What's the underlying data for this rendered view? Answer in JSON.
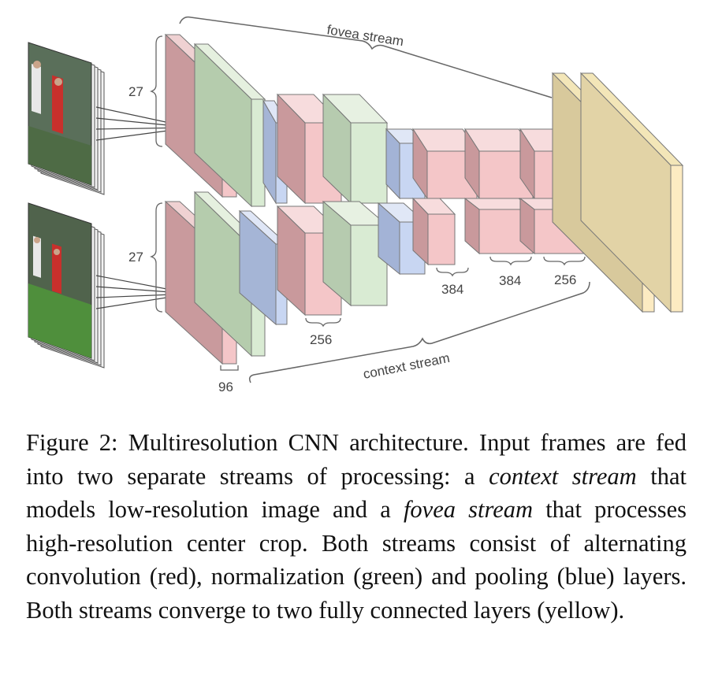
{
  "figure": {
    "labels": {
      "fovea_stream": "fovea stream",
      "context_stream": "context stream",
      "size_27_top": "27",
      "size_27_bottom": "27",
      "depth_96": "96",
      "depth_256": "256",
      "depth_384_a": "384",
      "depth_384_b": "384",
      "depth_256_b": "256"
    },
    "colors": {
      "convolution": "#f4c6c8",
      "normalization": "#d9ebd3",
      "pooling": "#c8d6f2",
      "fully_connected": "#fcebc2",
      "input_frames_fovea": "#3a5a3a",
      "input_frames_context": "#3f7a3a"
    }
  },
  "caption": {
    "prefix": "Figure 2: Multiresolution CNN architecture. Input frames are fed into two separate streams of processing: a ",
    "em1": "context stream",
    "mid1": " that models low-resolution image and a ",
    "em2": "fovea stream",
    "rest": " that processes high-resolution center crop. Both streams consist of alternating convolution (red), normalization (green) and pooling (blue) layers. Both streams converge to two fully connected layers (yellow)."
  }
}
